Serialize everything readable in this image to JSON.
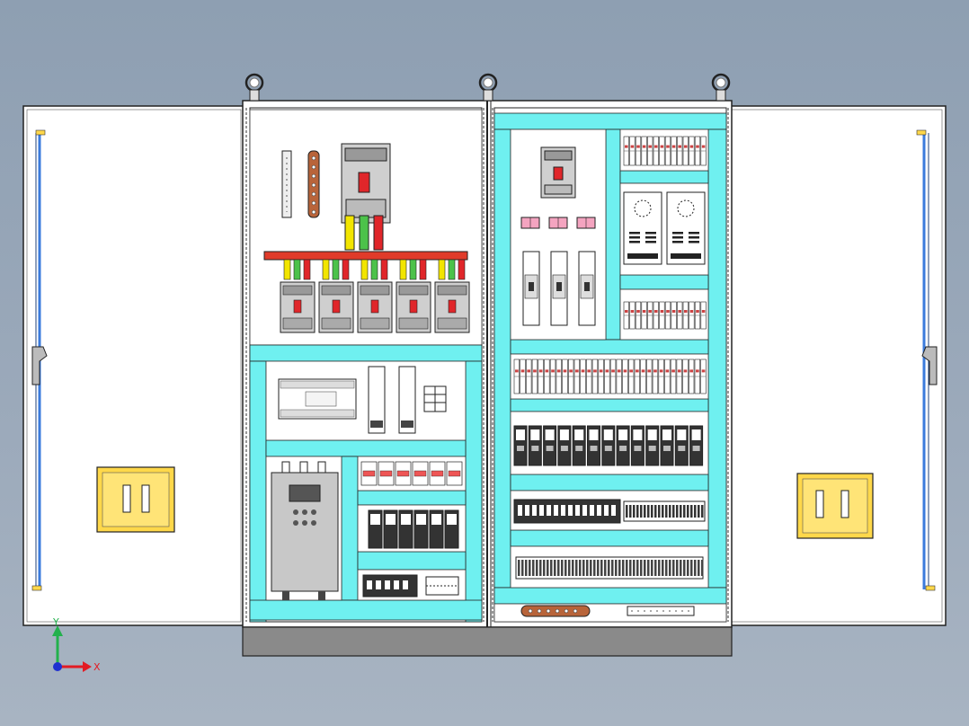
{
  "view": {
    "background_top": "#8e9fb2",
    "background_bottom": "#a8b4c2"
  },
  "axes": {
    "x_label": "X",
    "y_label": "Y",
    "x_color": "#e31b23",
    "y_color": "#22b14c",
    "z_color": "#2030d0"
  },
  "colors": {
    "mounting_rail": "#6ff0f0",
    "panel_white": "#ffffff",
    "plinth": "#8a8a8a",
    "handle_yellow": "#ffd84a",
    "door_rod": "#3b7bdc",
    "busbar_red": "#e03b2a",
    "phase_yellow": "#f2e500",
    "phase_green": "#4cc24a",
    "phase_red": "#e0262a",
    "copper_bar": "#b8643a",
    "breaker_grey": "#cfcfcf",
    "indicator_pink": "#f4a4c0",
    "drive_grey": "#c8c8c8"
  },
  "components": {
    "left_cabinet": {
      "branch_breakers": 5,
      "terminal_blocks_middle_row": 6,
      "relay_modules": 6
    },
    "right_cabinet": {
      "fuse_holders": 3,
      "indicator_lamps": 3,
      "power_supplies": 2,
      "contactors": 13
    }
  }
}
